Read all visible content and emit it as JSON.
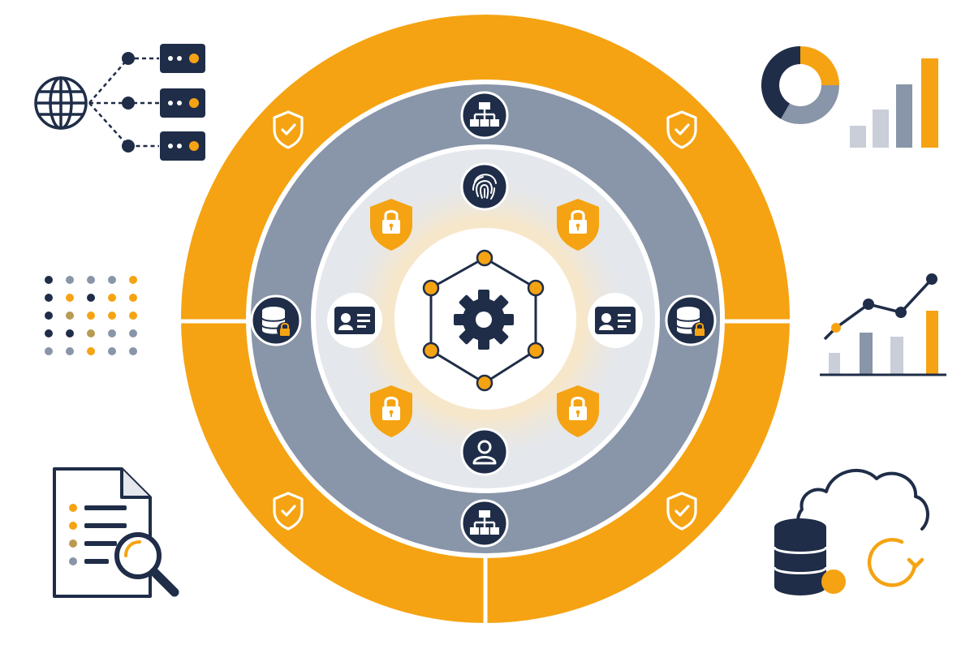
{
  "palette": {
    "navy": "#1f2d48",
    "orange": "#f5a312",
    "slate": "#8995a8",
    "light_grey": "#e4e7ec",
    "peach": "#fde7bf",
    "white": "#ffffff",
    "muted_gold": "#b99a52"
  },
  "diagram": {
    "rings": [
      "outer-orange-ring",
      "slate-ring",
      "light-ring",
      "peach-ring",
      "center-core"
    ],
    "outer_ring_icons": [
      "shield-check-icon",
      "shield-check-icon",
      "shield-check-icon",
      "shield-check-icon"
    ],
    "slate_ring_icons": [
      "sitemap-icon",
      "database-lock-icon",
      "database-lock-icon",
      "sitemap-icon"
    ],
    "inner_ring_icons": [
      "fingerprint-icon",
      "lock-shield-icon",
      "lock-shield-icon",
      "id-card-icon",
      "id-card-icon",
      "lock-shield-icon",
      "lock-shield-icon",
      "user-icon"
    ],
    "center_icon": "gear-network-icon"
  },
  "side_graphics": {
    "top_left": "network-globe-servers-icon",
    "mid_left": "dot-matrix-icon",
    "bottom_left": "document-search-icon",
    "top_right": "donut-bar-chart-icon",
    "mid_right": "line-bar-chart-icon",
    "bottom_right": "cloud-database-sync-icon"
  }
}
